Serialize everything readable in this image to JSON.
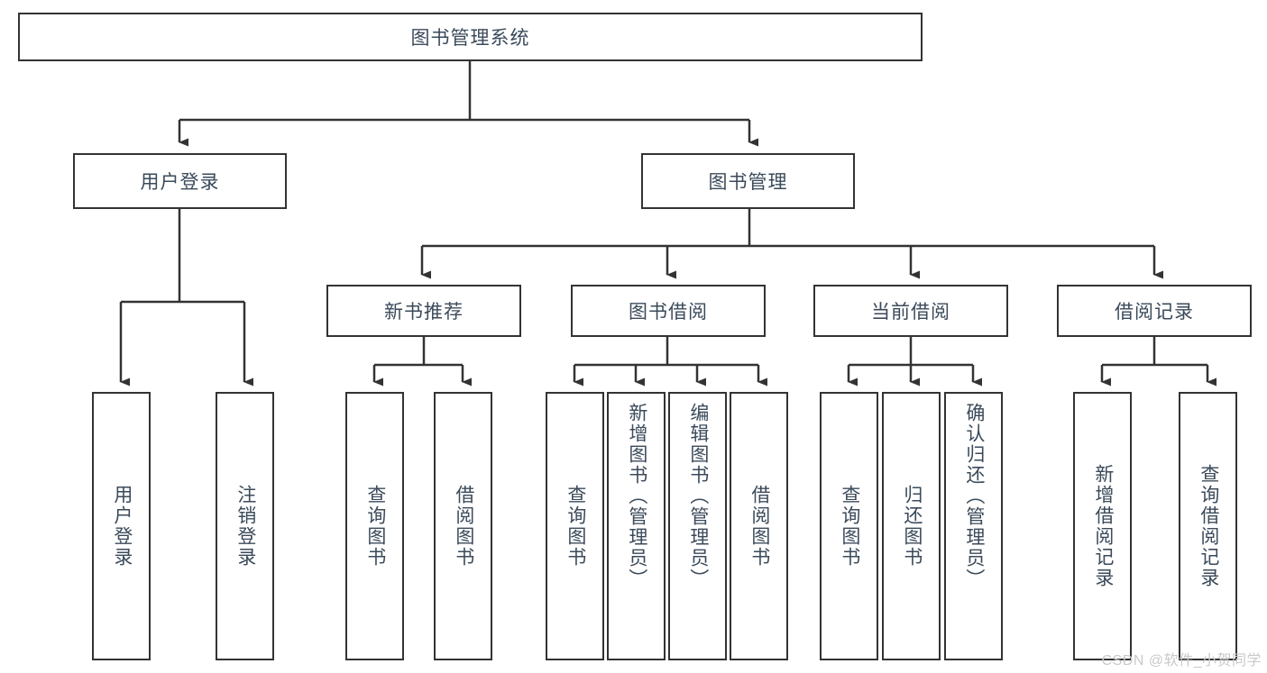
{
  "diagram": {
    "title": "图书管理系统",
    "type": "hierarchy-tree",
    "root": {
      "label": "图书管理系统"
    },
    "level2": [
      {
        "label": "用户登录"
      },
      {
        "label": "图书管理"
      }
    ],
    "level3": [
      {
        "label": "新书推荐"
      },
      {
        "label": "图书借阅"
      },
      {
        "label": "当前借阅"
      },
      {
        "label": "借阅记录"
      }
    ],
    "leaves": {
      "user_login": [
        {
          "label": "用户登录"
        },
        {
          "label": "注销登录"
        }
      ],
      "new_book_recommend": [
        {
          "label": "查询图书"
        },
        {
          "label": "借阅图书"
        }
      ],
      "book_borrow": [
        {
          "label": "查询图书"
        },
        {
          "label": "新增图书（管理员）"
        },
        {
          "label": "编辑图书（管理员）"
        },
        {
          "label": "借阅图书"
        }
      ],
      "current_borrow": [
        {
          "label": "查询图书"
        },
        {
          "label": "归还图书"
        },
        {
          "label": "确认归还（管理员）"
        }
      ],
      "borrow_record": [
        {
          "label": "新增借阅记录"
        },
        {
          "label": "查询借阅记录"
        }
      ]
    }
  },
  "watermark": {
    "text": "CSDN @软件_小贺同学"
  },
  "colors": {
    "border": "#333333",
    "text": "#3b4a5a",
    "background": "#ffffff",
    "watermark": "#c9c9c9"
  }
}
